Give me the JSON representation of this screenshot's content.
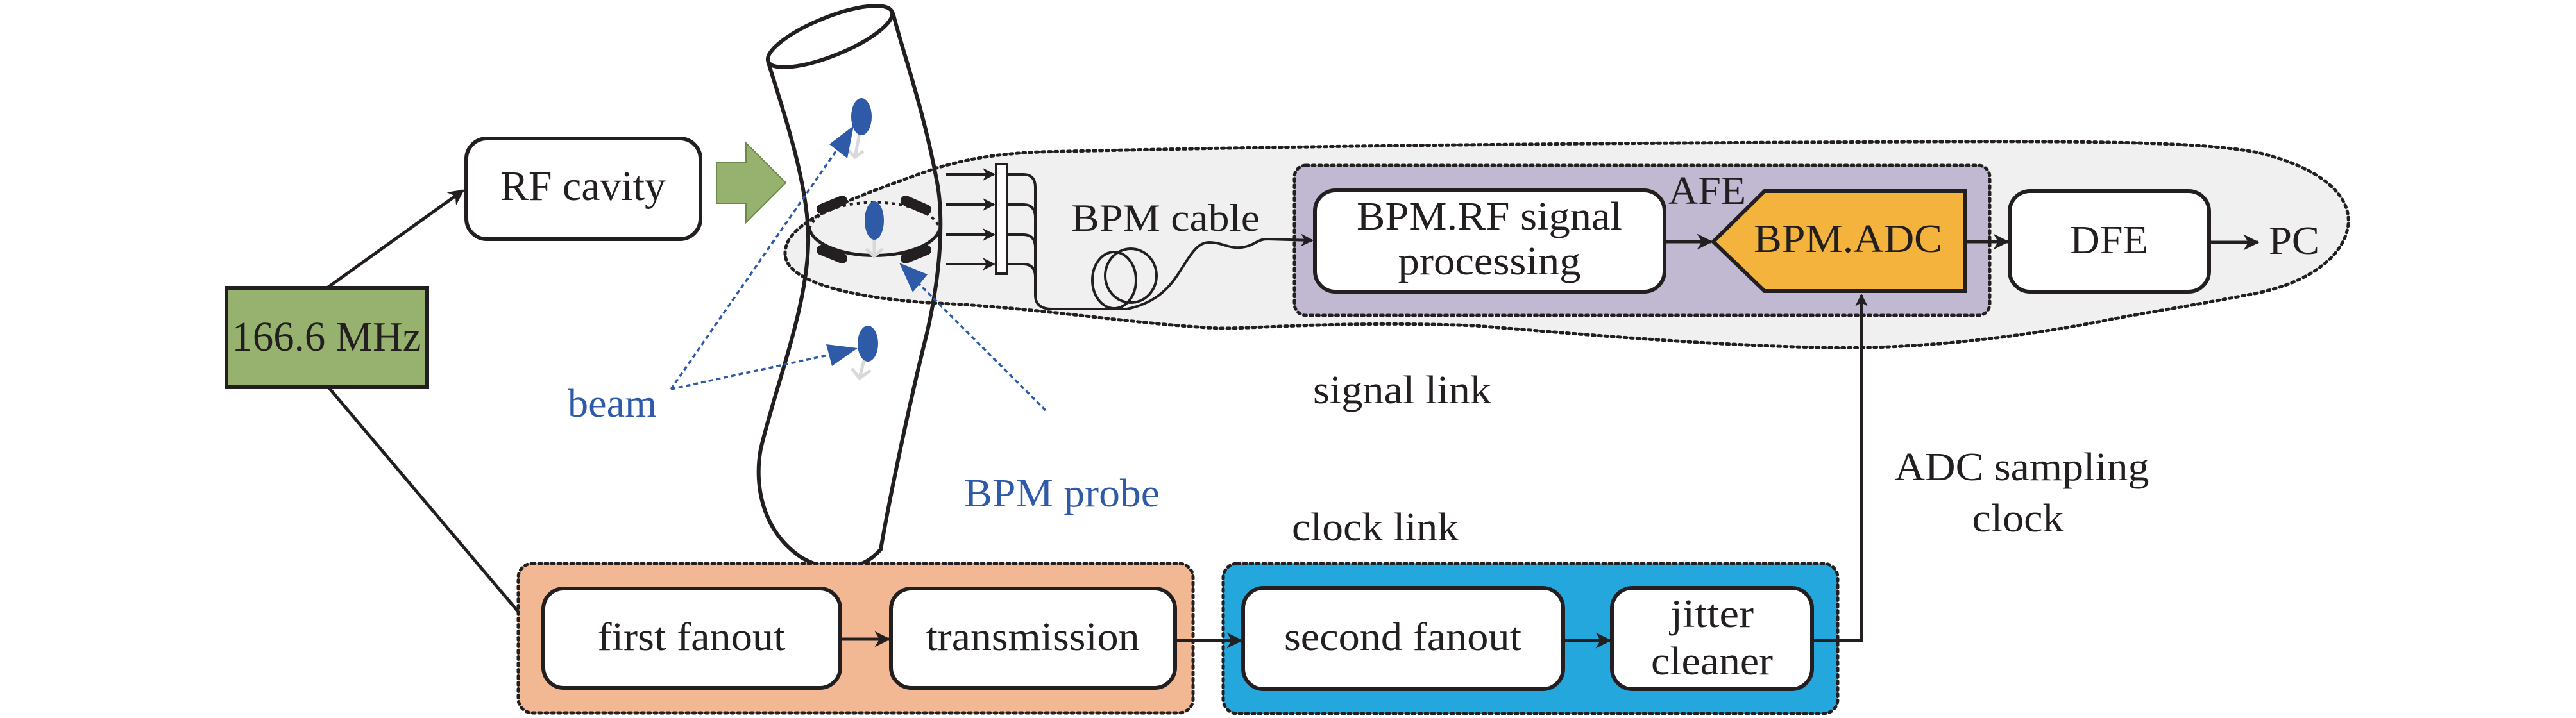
{
  "diagram": {
    "source": {
      "label": "166.6 MHz"
    },
    "rf_cavity": {
      "label": "RF cavity"
    },
    "beam_label": "beam",
    "probe_label": "BPM probe",
    "cable_label": "BPM cable",
    "signal_link": {
      "label": "signal link",
      "afe": {
        "label": "AFE",
        "rf_processing": {
          "line1": "BPM.RF signal",
          "line2": "processing"
        },
        "adc": {
          "label": "BPM.ADC"
        }
      },
      "dfe": {
        "label": "DFE"
      },
      "pc": {
        "label": "PC"
      }
    },
    "clock_link": {
      "label": "clock link",
      "first_fanout": {
        "label": "first fanout"
      },
      "transmission": {
        "label": "transmission"
      },
      "second_fanout": {
        "label": "second fanout"
      },
      "jitter_cleaner": {
        "line1": "jitter",
        "line2": "cleaner"
      }
    },
    "adc_clock_label": {
      "line1": "ADC sampling",
      "line2": "clock"
    },
    "colors": {
      "source_green": "#97b26f",
      "arrow_green": "#97b26f",
      "signal_region": "#f0f0f0",
      "afe_purple": "#c1b8d2",
      "adc_orange": "#f3b33d",
      "clock_orange": "#f2b893",
      "clock_blue": "#23a7dc",
      "beam_blue": "#2e5aa8",
      "beam_trail_grey": "#d9d9d9"
    }
  }
}
